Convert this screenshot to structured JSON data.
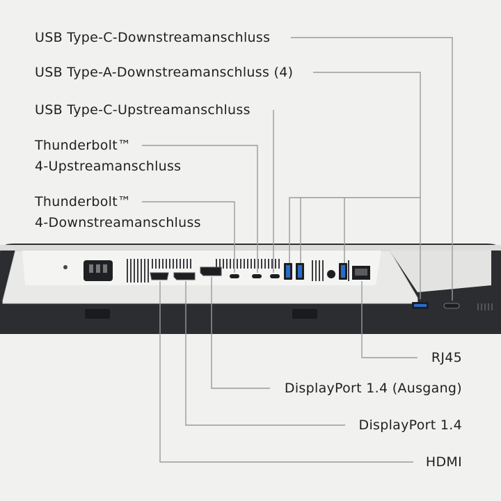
{
  "labels": {
    "usb_c_down": "USB Type-C-Downstreamanschluss",
    "usb_a_down": "USB Type-A-Downstreamanschluss (4)",
    "usb_c_up": "USB Type-C-Upstreamanschluss",
    "tb_up_line1": "Thunderbolt™",
    "tb_up_line2": "4-Upstreamanschluss",
    "tb_down_line1": "Thunderbolt™",
    "tb_down_line2": "4-Downstreamanschluss",
    "rj45": "RJ45",
    "dp_out": "DisplayPort 1.4 (Ausgang)",
    "dp": "DisplayPort 1.4",
    "hdmi": "HDMI"
  },
  "colors": {
    "background": "#f1f1f0",
    "leader_line": "#9a9a9a",
    "monitor_body": "#2b2d31",
    "port_panel": "#ececea",
    "usb_blue": "#2a6cc7"
  }
}
